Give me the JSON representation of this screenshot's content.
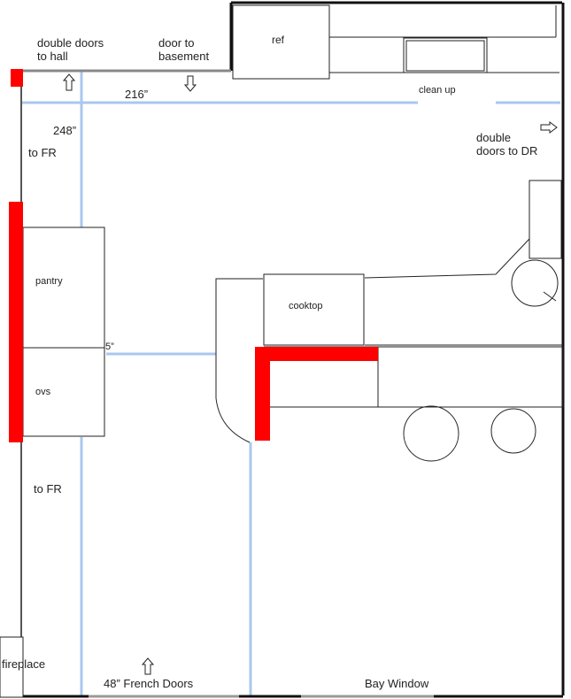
{
  "labels": {
    "double_doors_hall": "double doors\nto hall",
    "door_basement": "door to\nbasement",
    "ref": "ref",
    "clean_up": "clean up",
    "dim_216": "216”",
    "dim_248": "248”",
    "to_fr_top": "to FR",
    "double_doors_dr": "double\ndoors to DR",
    "pantry": "pantry",
    "ovs": "ovs",
    "cooktop": "cooktop",
    "dim_5": "5”",
    "to_fr_bottom": "to FR",
    "fireplace": "fireplace",
    "french_doors": "48” French Doors",
    "bay_window": "Bay Window"
  },
  "icons": [
    "arrow-up-icon",
    "arrow-down-icon",
    "arrow-right-icon"
  ],
  "colors": {
    "wall": "#111111",
    "dimension_line": "#a8c8ee",
    "red_block": "#ff0000",
    "line": "#222222"
  }
}
